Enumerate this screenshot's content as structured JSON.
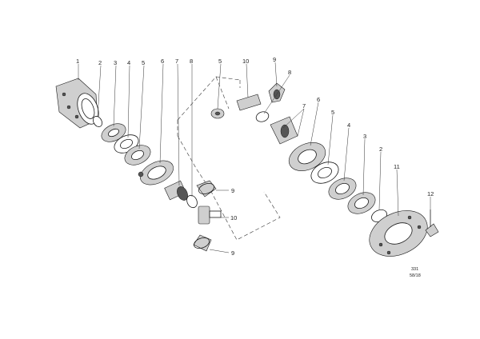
{
  "callouts": {
    "c1": "1",
    "c2a": "2",
    "c3a": "3",
    "c4a": "4",
    "c5a": "5",
    "c6a": "6",
    "c7a": "7",
    "c8a": "8",
    "c5b": "5",
    "c10a": "10",
    "c9a": "9",
    "c8b": "8",
    "c7b": "7",
    "c6b": "6",
    "c5c": "5",
    "c4b": "4",
    "c3b": "3",
    "c2b": "2",
    "c11": "11",
    "c12": "12",
    "c9b": "9",
    "c10b": "10",
    "c9c": "9"
  },
  "drawing_code": {
    "line1": "331",
    "line2": "58/18"
  }
}
